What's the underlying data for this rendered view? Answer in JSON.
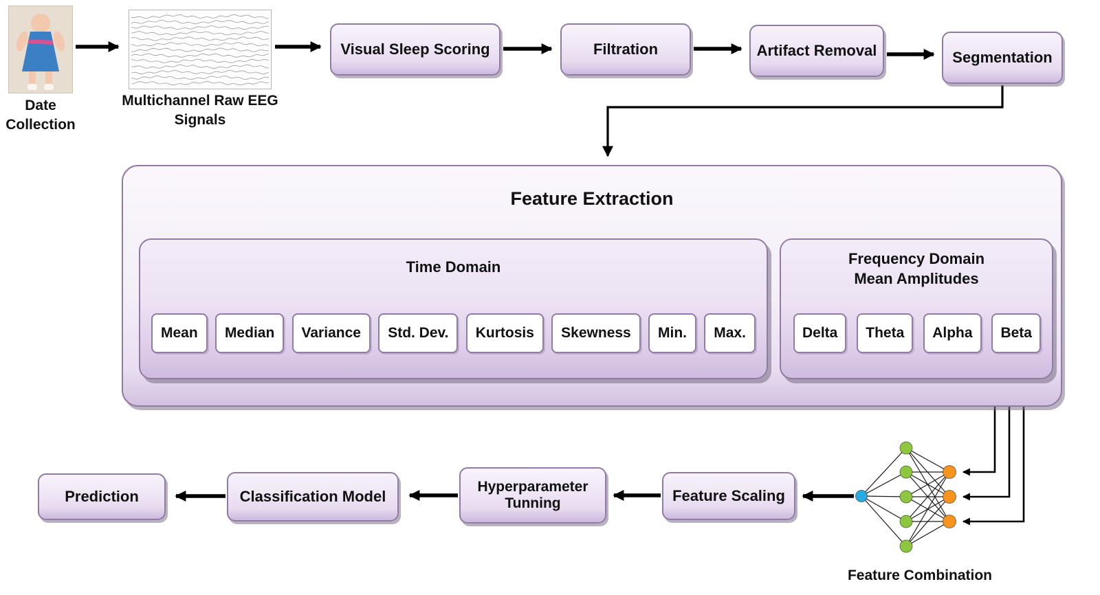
{
  "pipeline": {
    "data_collection_label": "Date Collection",
    "eeg_label": "Multichannel Raw EEG Signals",
    "steps": [
      "Visual Sleep Scoring",
      "Filtration",
      "Artifact Removal",
      "Segmentation"
    ]
  },
  "feature_extraction": {
    "title": "Feature Extraction",
    "time_domain": {
      "title": "Time Domain",
      "items": [
        "Mean",
        "Median",
        "Variance",
        "Std. Dev.",
        "Kurtosis",
        "Skewness",
        "Min.",
        "Max."
      ]
    },
    "frequency_domain": {
      "title": "Frequency Domain Mean Amplitudes",
      "items": [
        "Delta",
        "Theta",
        "Alpha",
        "Beta"
      ]
    }
  },
  "post_processing": {
    "feature_combination_label": "Feature Combination",
    "steps": [
      "Feature Scaling",
      "Hyperparameter Tunning",
      "Classification Model",
      "Prediction"
    ]
  },
  "colors": {
    "box_border": "#8f7ba3",
    "box_fill_light": "#f4eef8",
    "box_fill_dark": "#cdb9dd",
    "node_green": "#8dc63f",
    "node_orange": "#f7941d",
    "node_blue": "#29abe2",
    "arrow": "#000000"
  }
}
